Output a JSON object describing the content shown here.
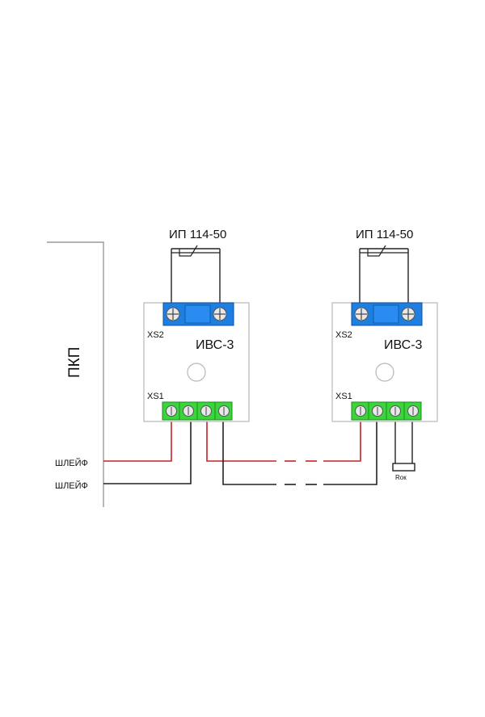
{
  "diagram": {
    "panel_label": "ПКП",
    "loop_labels": [
      "ШЛЕЙФ",
      "ШЛЕЙФ"
    ],
    "modules": [
      {
        "detector_label": "ИП 114-50",
        "module_label": "ИВС-3",
        "top_connector_label": "XS2",
        "bottom_connector_label": "XS1"
      },
      {
        "detector_label": "ИП 114-50",
        "module_label": "ИВС-3",
        "top_connector_label": "XS2",
        "bottom_connector_label": "XS1"
      }
    ],
    "resistor_label": "Rок"
  },
  "colors": {
    "wire_red": "#c8202a",
    "wire_black": "#222222",
    "terminal_blue": "#1f7fe0",
    "terminal_green": "#39d53a",
    "board_outline": "#b8b8b8"
  }
}
